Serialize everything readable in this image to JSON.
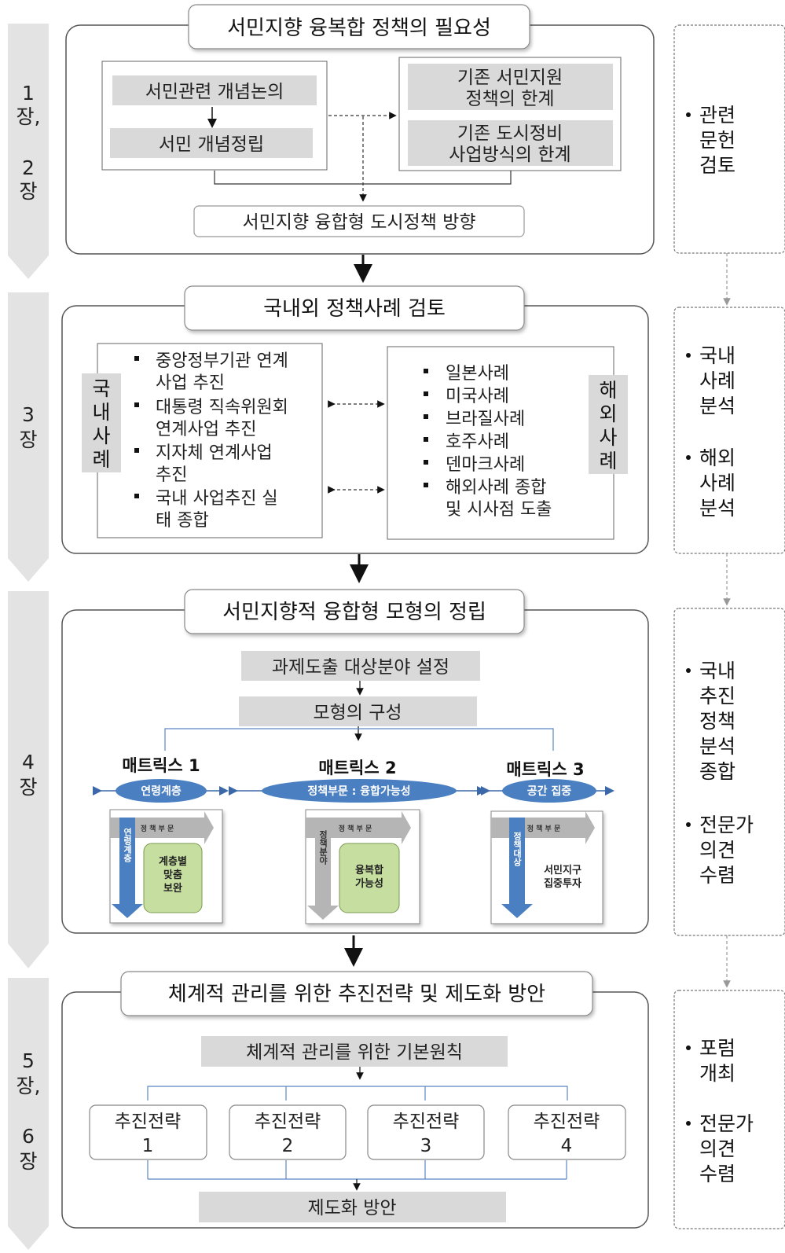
{
  "chapters": [
    {
      "lines": [
        "1",
        "장,",
        "2",
        "장"
      ]
    },
    {
      "lines": [
        "3",
        "장"
      ]
    },
    {
      "lines": [
        "4",
        "장"
      ]
    },
    {
      "lines": [
        "5",
        "장,",
        "6",
        "장"
      ]
    }
  ],
  "section1": {
    "title": "서민지향 융복합 정책의 필요성",
    "concept_discussion": "서민관련 개념논의",
    "concept_establish": "서민 개념정립",
    "limit_policy": [
      "기존 서민지원",
      "정책의 한계"
    ],
    "limit_urban": [
      "기존 도시정비",
      "사업방식의 한계"
    ],
    "direction": "서민지향 융합형 도시정책 방향"
  },
  "section2": {
    "title": "국내외 정책사례 검토",
    "domestic_label": [
      "국",
      "내",
      "사",
      "례"
    ],
    "domestic_items": [
      [
        "중앙정부기관 연계",
        "사업 추진"
      ],
      [
        "대통령 직속위원회",
        "연계사업 추진"
      ],
      [
        "지자체 연계사업",
        "추진"
      ],
      [
        "국내 사업추진 실",
        "태 종합"
      ]
    ],
    "overseas_label": [
      "해",
      "외",
      "사",
      "례"
    ],
    "overseas_items": [
      [
        "일본사례"
      ],
      [
        "미국사례"
      ],
      [
        "브라질사례"
      ],
      [
        "호주사례"
      ],
      [
        "덴마크사례"
      ],
      [
        "해외사례 종합",
        "및 시사점 도출"
      ]
    ]
  },
  "section3": {
    "title": "서민지향적 융합형 모형의 정립",
    "step1": "과제도출 대상분야 설정",
    "step2": "모형의 구성",
    "matrices": [
      {
        "title": "매트릭스 1",
        "pill": "연령계층",
        "top_arrow": "정 책 부 문",
        "side_arrow": "연령계층",
        "center": [
          "계층별",
          "맞춤",
          "보완"
        ]
      },
      {
        "title": "매트릭스 2",
        "pill": "정책부문 : 융합가능성",
        "top_arrow": "정 책 부 문",
        "side_arrow": "정책분야",
        "center": [
          "융복합",
          "가능성"
        ]
      },
      {
        "title": "매트릭스 3",
        "pill": "공간 집중",
        "top_arrow": "정 책 부 문",
        "side_arrow": "정책대상",
        "center": [
          "서민지구",
          "집중투자"
        ]
      }
    ]
  },
  "section4": {
    "title": "체계적 관리를 위한 추진전략 및 제도화 방안",
    "principle": "체계적 관리를 위한 기본원칙",
    "strategies": [
      {
        "label": "추진전략",
        "num": "1"
      },
      {
        "label": "추진전략",
        "num": "2"
      },
      {
        "label": "추진전략",
        "num": "3"
      },
      {
        "label": "추진전략",
        "num": "4"
      }
    ],
    "institution": "제도화 방안"
  },
  "methods": [
    {
      "items": [
        [
          "관련",
          "문헌",
          "검토"
        ]
      ]
    },
    {
      "items": [
        [
          "국내",
          "사례",
          "분석"
        ],
        [
          "해외",
          "사례",
          "분석"
        ]
      ]
    },
    {
      "items": [
        [
          "국내",
          "추진",
          "정책",
          "분석",
          "종합"
        ],
        [
          "전문가",
          "의견",
          "수렴"
        ]
      ]
    },
    {
      "items": [
        [
          "포럼",
          "개최"
        ],
        [
          "전문가",
          "의견",
          "수렴"
        ]
      ]
    }
  ],
  "colors": {
    "gray_box": "#d9d9d9",
    "chapter_tab": "#e3e3e3",
    "pill_blue": "#4a7fc1",
    "arrow_blue": "#4a7fc1",
    "green_box": "#c6dea0",
    "line_blue": "#5a86c4",
    "border": "#555555"
  }
}
